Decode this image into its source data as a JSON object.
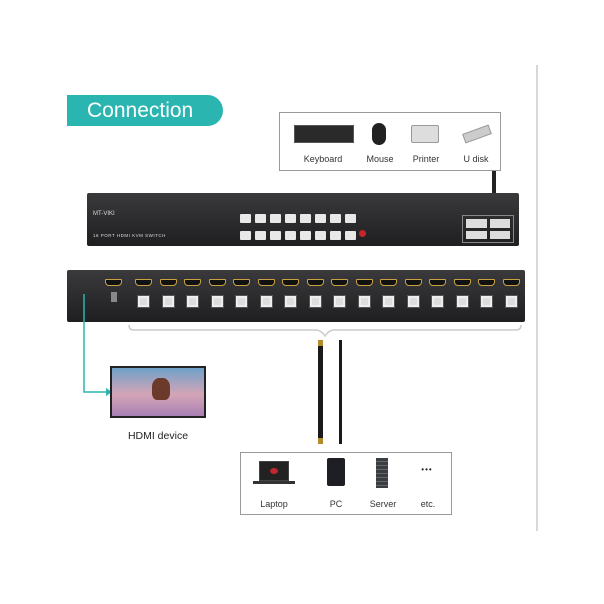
{
  "heading": "Connection",
  "peripherals": [
    {
      "label": "Keyboard",
      "icon": "keyboard-icon"
    },
    {
      "label": "Mouse",
      "icon": "mouse-icon"
    },
    {
      "label": "Printer",
      "icon": "printer-icon"
    },
    {
      "label": "U disk",
      "icon": "usb-disk-icon"
    }
  ],
  "switch_front": {
    "brand": "MT-VIKI",
    "model": "16 PORT HDMI KVM SWITCH",
    "port_count": 16
  },
  "display": {
    "label": "HDMI device"
  },
  "computers": [
    {
      "label": "Laptop",
      "icon": "laptop-icon"
    },
    {
      "label": "PC",
      "icon": "pc-tower-icon"
    },
    {
      "label": "Server",
      "icon": "server-icon"
    },
    {
      "label": "etc.",
      "icon": "ellipsis-icon",
      "glyph": "•••"
    }
  ],
  "colors": {
    "accent": "#2bb5b0",
    "device": "#2a2a2c"
  }
}
